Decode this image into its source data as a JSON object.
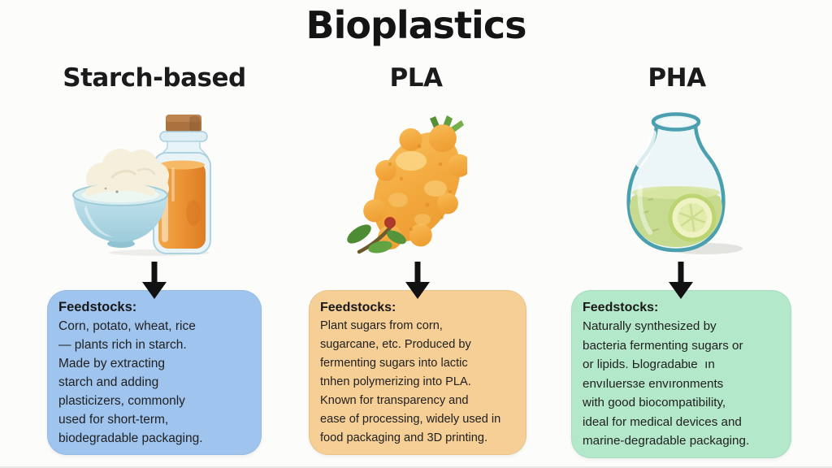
{
  "title": "Bioplastics",
  "colors": {
    "background": "#fcfcfb",
    "arrow": "#111111",
    "heading_text": "#141414",
    "body_text": "#212121",
    "starch_box": "#9fc5ef",
    "pla_box": "#f5cf95",
    "pha_box": "#b4e8ca"
  },
  "columns": [
    {
      "header": "Starch-based",
      "illustration": "bowl-of-starch-and-amber-bottle",
      "box_color": "#9fc5ef",
      "label": "Feedstocks:",
      "body": "Corn, potato, wheat, rice\n— plants rich in starch.\nMade by extracting\nstarch and adding\nplasticizers, commonly\nused for short-term,\nbiodegradable packaging."
    },
    {
      "header": "PLA",
      "illustration": "corn-cob-fruit-with-leaves",
      "box_color": "#f5cf95",
      "label": "Feedstocks:",
      "body": "Plant sugars from corn,\nsugarcane, etc. Produced by\nfermenting sugars into lactic\ntnhen polymerizing into PLA.\nKnown for transparency and\nease of processing, widely used in\nfood packaging and 3D printing."
    },
    {
      "header": "PHA",
      "illustration": "flask-of-green-liquid-with-lime-slice",
      "box_color": "#b4e8ca",
      "label": "Feedstocks:",
      "body": "Naturally synthesized by\nbacteria fermenting sugars or\nor lipids. Ьlogɾadabɩe  ın\nenvıluersɜe envıronments\nwith good biocompatibility,\nideal for medical devices and\nmarine-degradable packaging."
    }
  ]
}
